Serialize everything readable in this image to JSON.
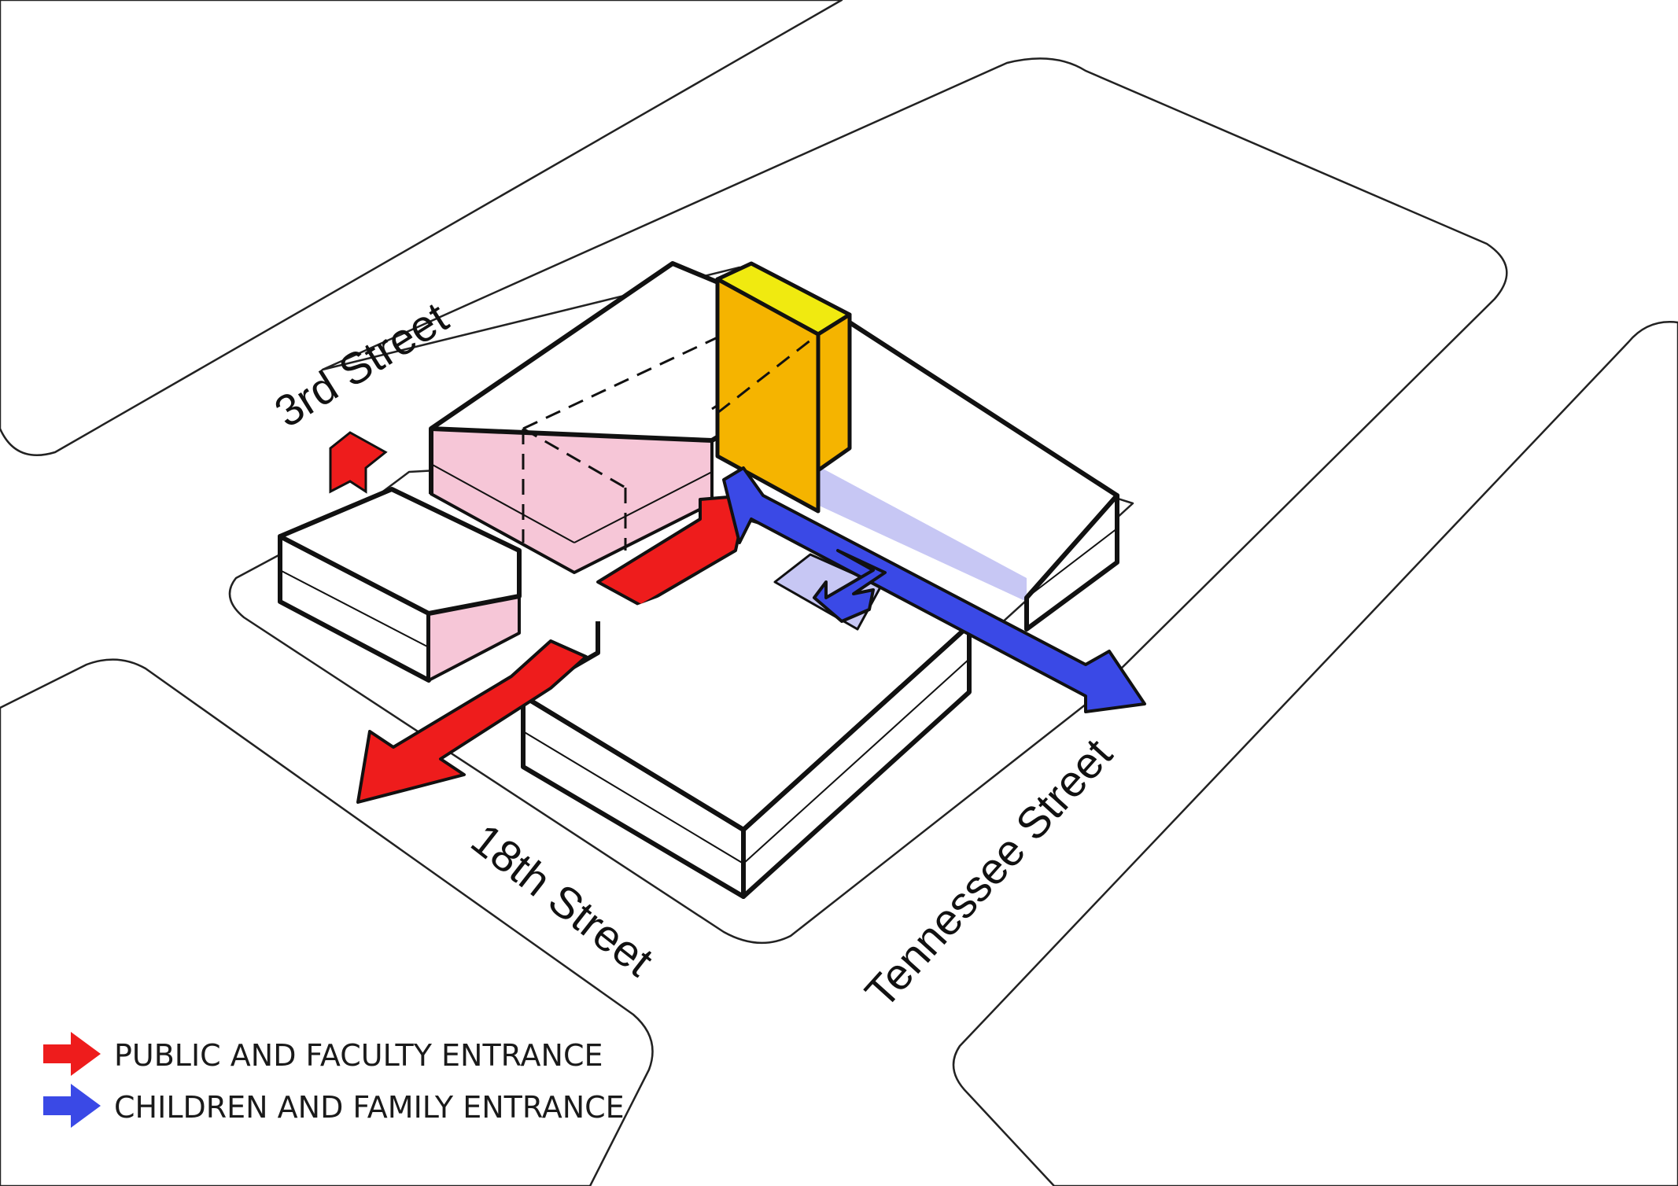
{
  "streets": {
    "north": "3rd Street",
    "south": "18th Street",
    "east": "Tennessee Street"
  },
  "legend": {
    "public": {
      "label": "PUBLIC AND FACULTY ENTRANCE",
      "color": "#ee1c1c"
    },
    "children": {
      "label": "CHILDREN AND FAMILY ENTRANCE",
      "color": "#3a49e6"
    }
  },
  "colors": {
    "tower_front": "#f5b400",
    "tower_top": "#f0ea10",
    "pink_band": "#f6c6d7",
    "lavender_band": "#c7c7f4",
    "outline": "#111111"
  }
}
